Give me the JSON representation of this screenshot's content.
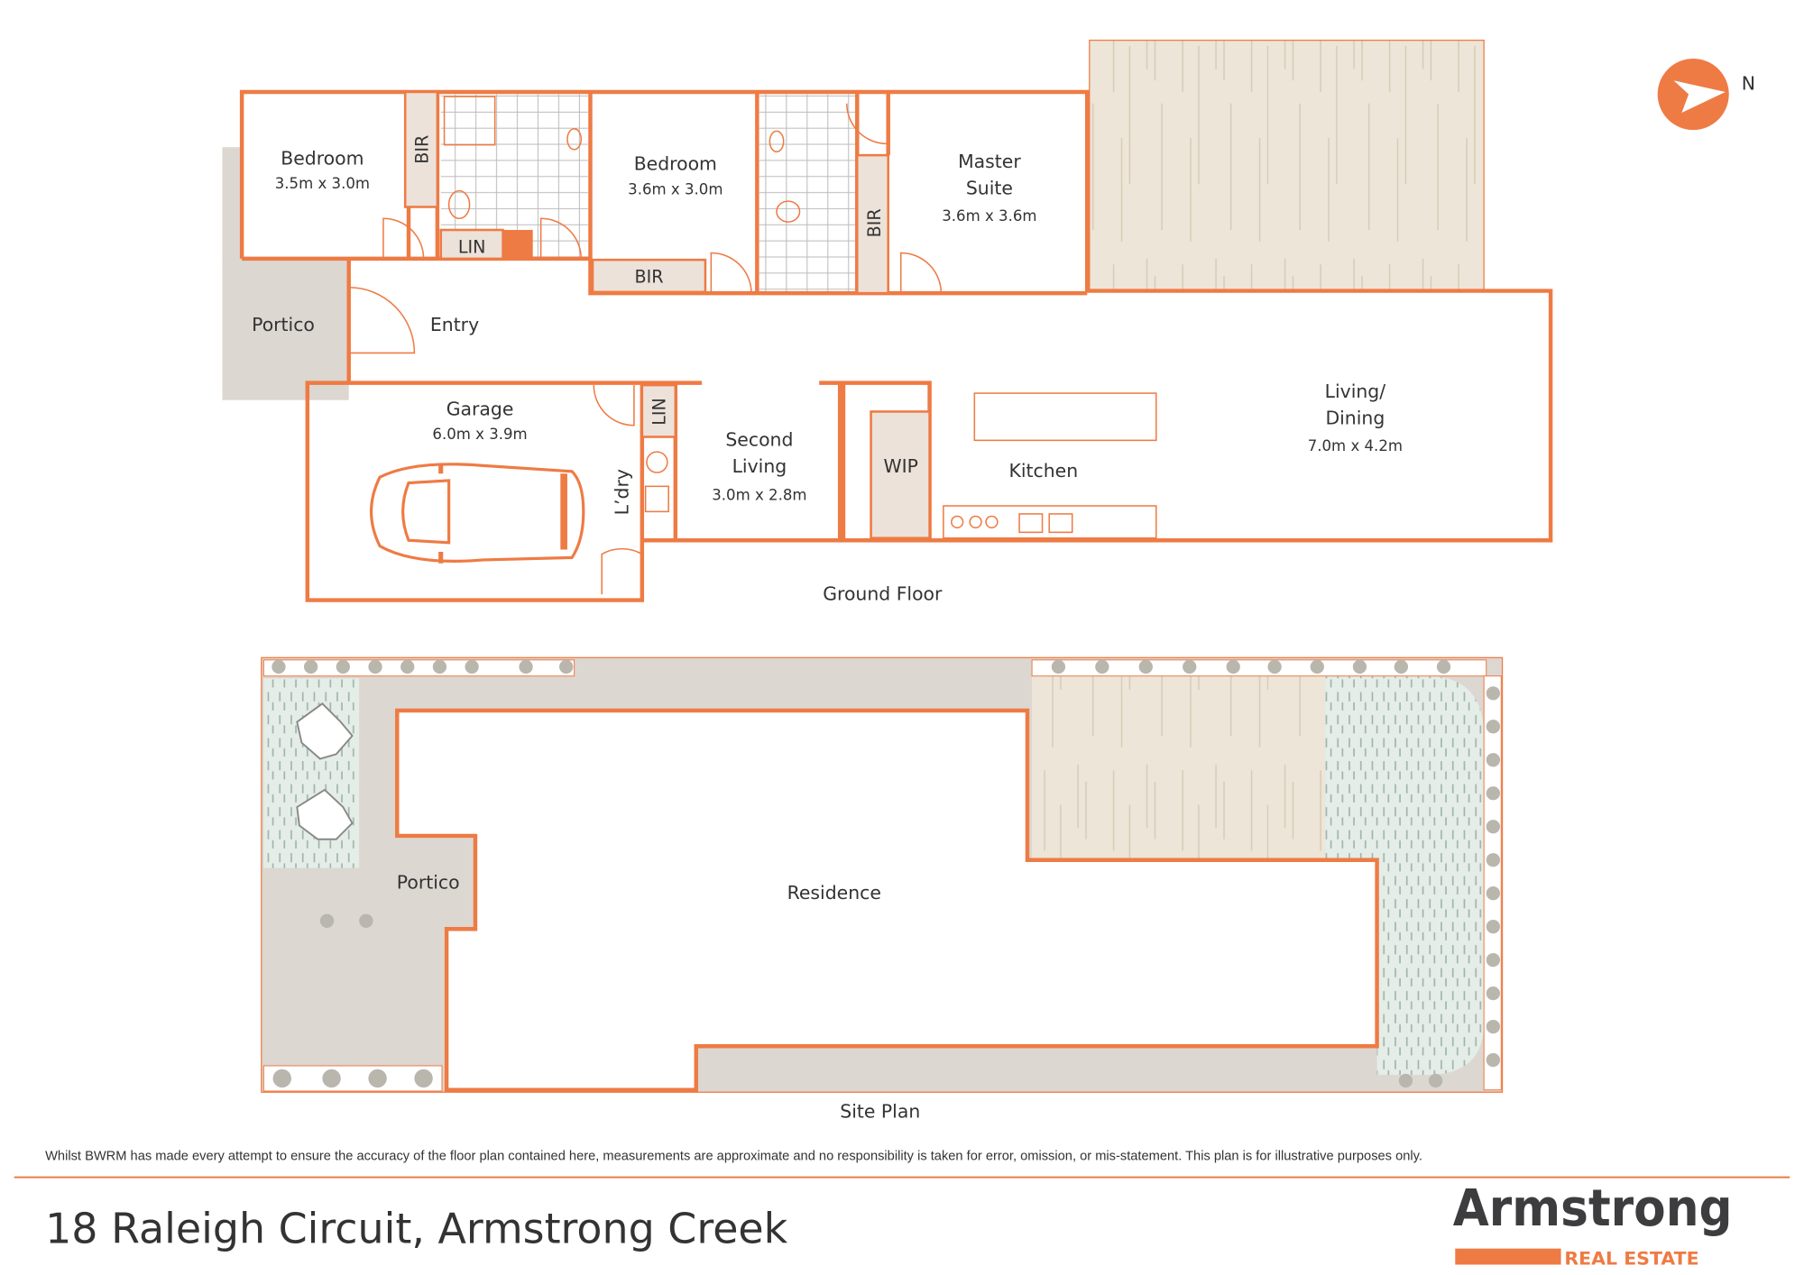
{
  "compass": {
    "label": "N",
    "icon": "north-arrow-icon"
  },
  "ground_floor": {
    "label": "Ground Floor",
    "rooms": {
      "bedroom1": {
        "name": "Bedroom",
        "size": "3.5m x 3.0m"
      },
      "bedroom2": {
        "name": "Bedroom",
        "size": "3.6m x 3.0m"
      },
      "master": {
        "name_line1": "Master",
        "name_line2": "Suite",
        "size": "3.6m x 3.6m"
      },
      "portico": {
        "name": "Portico"
      },
      "entry": {
        "name": "Entry"
      },
      "garage": {
        "name": "Garage",
        "size": "6.0m x 3.9m"
      },
      "laundry": {
        "name": "L’dry"
      },
      "second_living": {
        "name_line1": "Second",
        "name_line2": "Living",
        "size": "3.0m x 2.8m"
      },
      "wip": {
        "name": "WIP"
      },
      "kitchen": {
        "name": "Kitchen"
      },
      "living": {
        "name_line1": "Living/",
        "name_line2": "Dining",
        "size": "7.0m x 4.2m"
      },
      "bir1": {
        "name": "BIR"
      },
      "bir2": {
        "name": "BIR"
      },
      "bir3": {
        "name": "BIR"
      },
      "lin1": {
        "name": "LIN"
      },
      "lin2": {
        "name": "LIN"
      }
    }
  },
  "site_plan": {
    "label": "Site Plan",
    "residence": "Residence",
    "portico": "Portico"
  },
  "disclaimer": "Whilst BWRM  has made every attempt to ensure the accuracy of the floor plan contained here, measurements are approximate and no responsibility is taken for error, omission, or mis-statement. This plan is for illustrative purposes only.",
  "address": "18 Raleigh Circuit, Armstrong Creek",
  "logo": {
    "name": "Armstrong",
    "tagline": "REAL ESTATE"
  },
  "colors": {
    "accent": "#ee7b44",
    "text": "#333333",
    "logo_dark": "#3d3d3f"
  }
}
